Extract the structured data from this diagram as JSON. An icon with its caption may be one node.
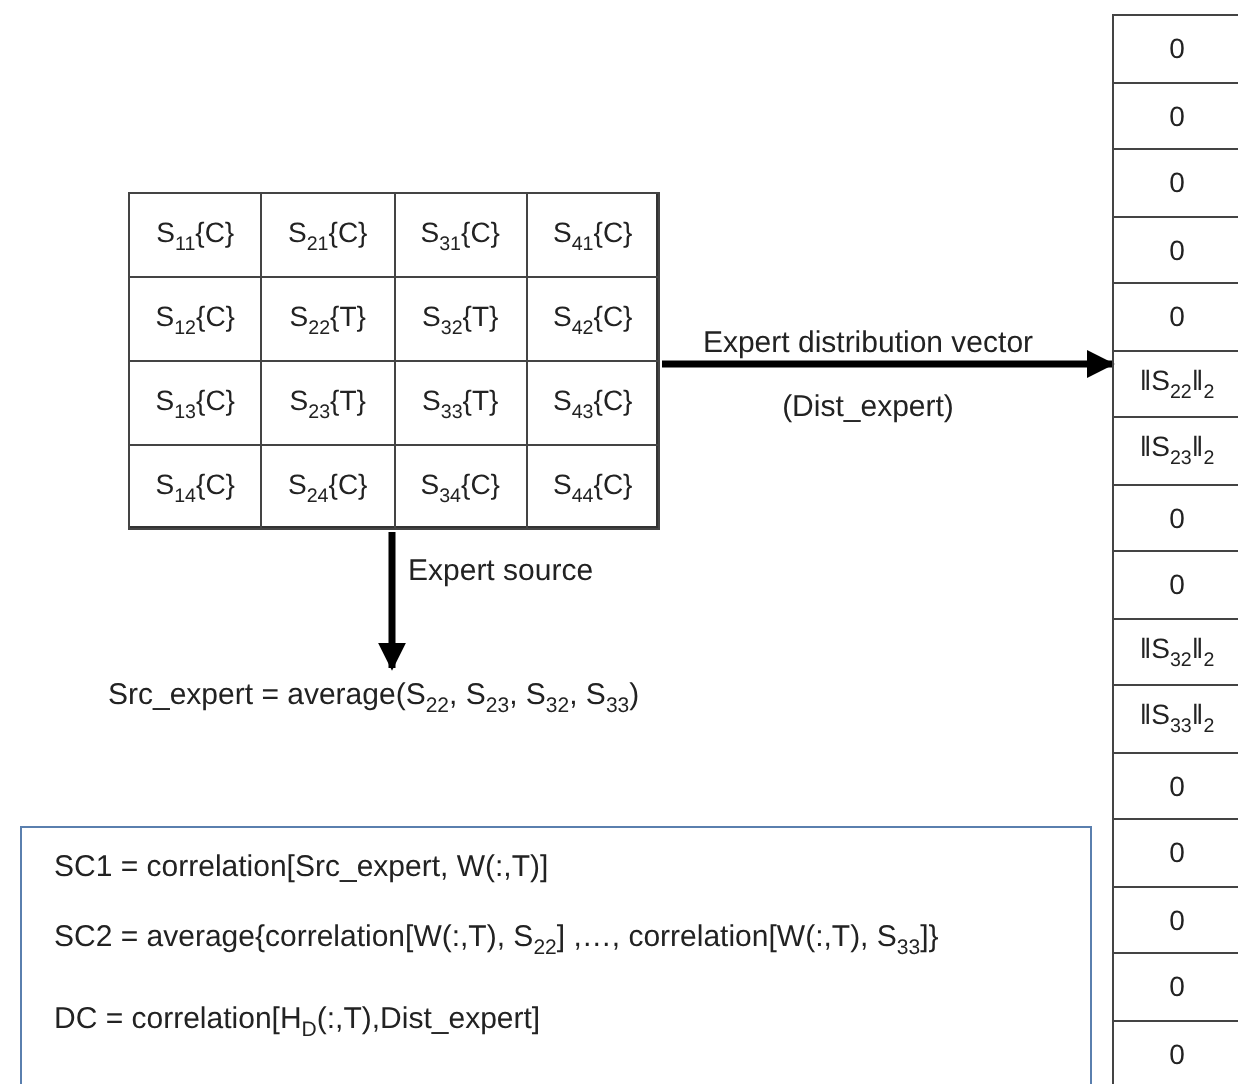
{
  "diagram": {
    "nodes": [
      {
        "text": [],
        "shape": "box"
      },
      {
        "text": [
          "S$_{11}${C}"
        ],
        "in": 0
      },
      {
        "text": [
          "S$_{21}${C}"
        ],
        "in": 0
      },
      {
        "text": [
          "S$_{31}${C}"
        ],
        "in": 0
      },
      {
        "text": [
          "S$_{41}${C}"
        ],
        "in": 0
      },
      {
        "text": [
          "S$_{12}${C}"
        ],
        "in": 0
      },
      {
        "text": [
          "S$_{22}${T}"
        ],
        "in": 0
      },
      {
        "text": [
          "S$_{32}${T}"
        ],
        "in": 0
      },
      {
        "text": [
          "S$_{42}${C}"
        ],
        "in": 0
      },
      {
        "text": [
          "S$_{13}${C}"
        ],
        "in": 0
      },
      {
        "text": [
          "S$_{23}${T}"
        ],
        "in": 0
      },
      {
        "text": [
          "S$_{33}${T}"
        ],
        "in": 0
      },
      {
        "text": [
          "S$_{43}${C}"
        ],
        "in": 0
      },
      {
        "text": [
          "S$_{14}${C}"
        ],
        "in": 0
      },
      {
        "text": [
          "S$_{24}${C}"
        ],
        "in": 0
      },
      {
        "text": [
          "S$_{34}${C}"
        ],
        "in": 0
      },
      {
        "text": [
          "S$_{44}${C}"
        ],
        "in": 0
      },
      {
        "text": [
          "Src_expert = average(S$_{22}$, S$_{23}$, S$_{32}$, S$_{33}$)"
        ]
      },
      {
        "text": [],
        "shape": "box"
      },
      {
        "text": [
          "0"
        ],
        "in": 18
      },
      {
        "text": [
          "0"
        ],
        "in": 18
      },
      {
        "text": [
          "0"
        ],
        "in": 18
      },
      {
        "text": [
          "0"
        ],
        "in": 18
      },
      {
        "text": [
          "0"
        ],
        "in": 18
      },
      {
        "text": [
          "‖S$_{22}$‖$_{2}$"
        ],
        "in": 18
      },
      {
        "text": [
          "‖S$_{23}$‖$_{2}$"
        ],
        "in": 18
      },
      {
        "text": [
          "0"
        ],
        "in": 18
      },
      {
        "text": [
          "0"
        ],
        "in": 18
      },
      {
        "text": [
          "‖S$_{32}$‖$_{2}$"
        ],
        "in": 18
      },
      {
        "text": [
          "‖S$_{33}$‖$_{2}$"
        ],
        "in": 18
      },
      {
        "text": [
          "0"
        ],
        "in": 18
      },
      {
        "text": [
          "0"
        ],
        "in": 18
      },
      {
        "text": [
          "0"
        ],
        "in": 18
      },
      {
        "text": [
          "0"
        ],
        "in": 18
      },
      {
        "text": [
          "0"
        ],
        "in": 18
      },
      {
        "text": [
          "SC1 = correlation[Src_expert, W(:,T)]",
          "SC2 = average{correlation[W(:,T), S$_{22}$] ,…, correlation[W(:,T), S$_{33}$]}",
          "DC = correlation[H$_{D}$(:,T),Dist_expert]"
        ]
      }
    ],
    "edges": [
      {
        "from": 0,
        "to": 18,
        "arrow": "to",
        "label": "Expert distribution vector (Dist_expert)"
      },
      {
        "from": 0,
        "to": 17,
        "arrow": "to",
        "label": "Expert source"
      }
    ]
  }
}
